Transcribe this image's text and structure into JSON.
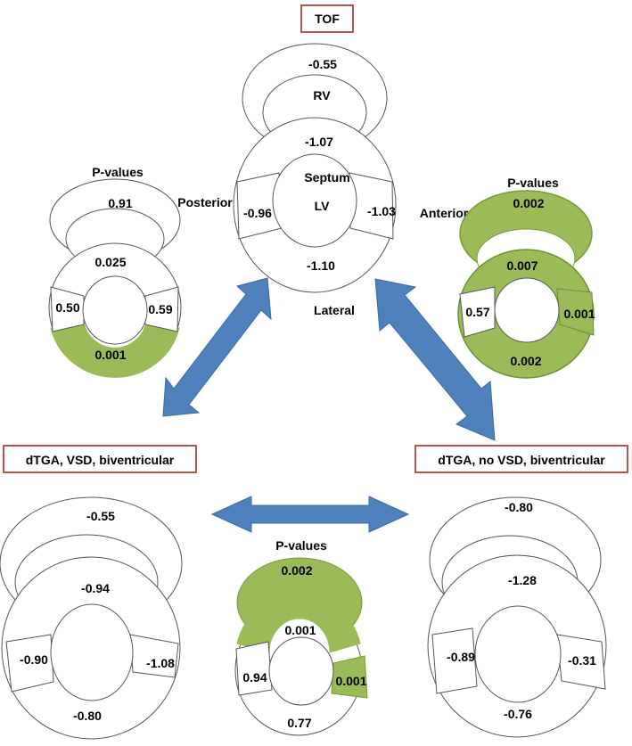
{
  "colors": {
    "significant": "#9bbb59",
    "box_border": "#c0504d",
    "arrow": "#4f81bd",
    "line": "#555555"
  },
  "title_tof": "TOF",
  "title_dtga_vsd": "dTGA, VSD, biventricular",
  "title_dtga_novsd": "dTGA, no VSD, biventricular",
  "pvalues_label": "P-values",
  "tof": {
    "rv": "-0.55",
    "rv_label": "RV",
    "septum": "-1.07",
    "septum_label": "Septum",
    "lv_label": "LV",
    "posterior": "-0.96",
    "posterior_label": "Posterior",
    "anterior": "-1.03",
    "anterior_label": "Anterior",
    "lateral": "-1.10",
    "lateral_label": "Lateral"
  },
  "pvals_left": {
    "rv": "0.91",
    "septum": "0.025",
    "posterior": "0.50",
    "anterior": "0.59",
    "lateral": "0.001"
  },
  "pvals_right": {
    "rv": "0.002",
    "septum": "0.007",
    "posterior": "0.57",
    "anterior": "0.001",
    "lateral": "0.002"
  },
  "pvals_bottom": {
    "rv": "0.002",
    "septum": "0.001",
    "posterior": "0.94",
    "anterior": "0.001",
    "lateral": "0.77"
  },
  "dtga_vsd": {
    "rv": "-0.55",
    "septum": "-0.94",
    "posterior": "-0.90",
    "anterior": "-1.08",
    "lateral": "-0.80"
  },
  "dtga_novsd": {
    "rv": "-0.80",
    "septum": "-1.28",
    "posterior": "-0.89",
    "anterior": "-0.31",
    "lateral": "-0.76"
  }
}
